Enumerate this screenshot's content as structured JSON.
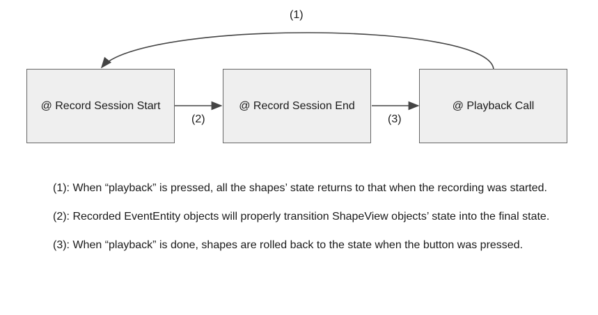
{
  "boxes": {
    "start": "@ Record Session Start",
    "end": "@ Record Session End",
    "playback": "@ Playback Call"
  },
  "edge_labels": {
    "one": "(1)",
    "two": "(2)",
    "three": "(3)"
  },
  "notes": [
    "(1): When “playback” is pressed, all the shapes’ state returns to that when the recording was started.",
    "(2): Recorded EventEntity objects will properly transition ShapeView objects’ state into the final state.",
    "(3): When “playback” is done, shapes are rolled back to the state when the button was pressed."
  ],
  "colors": {
    "box_fill": "#efefef",
    "box_border": "#666666",
    "arrow": "#444444"
  }
}
